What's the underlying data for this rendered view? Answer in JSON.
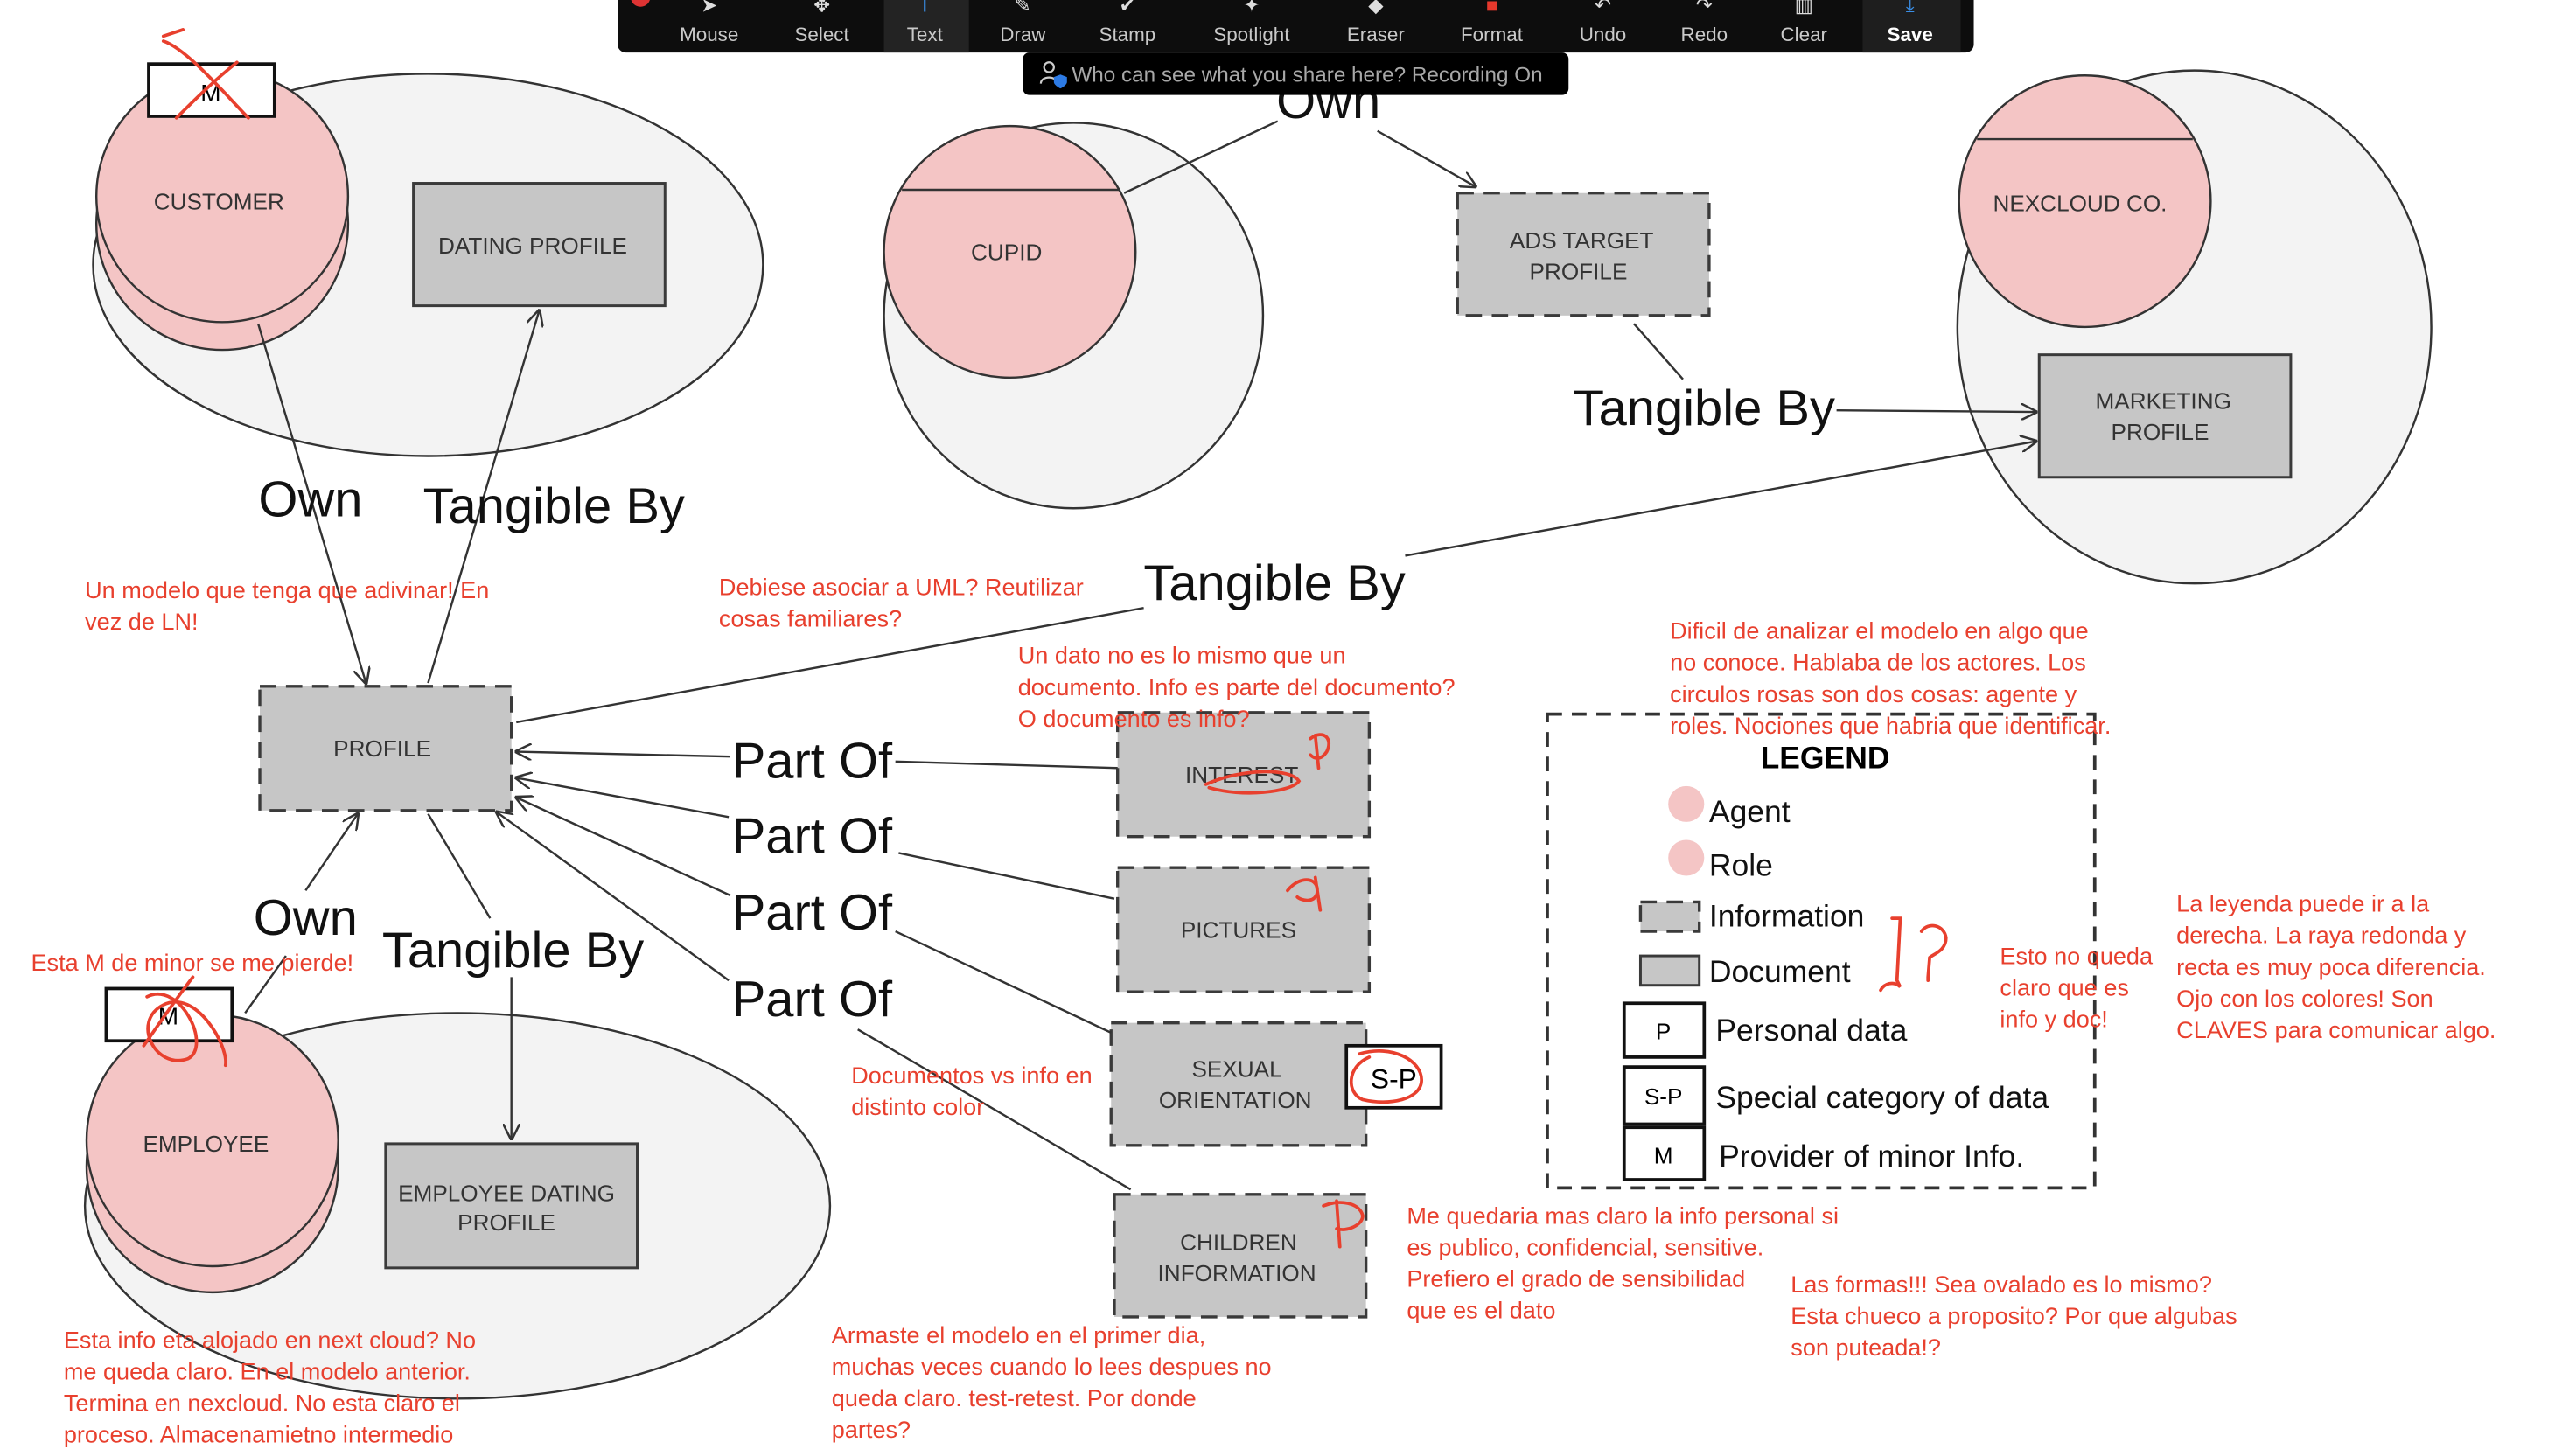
{
  "toolbar": {
    "items": [
      "Mouse",
      "Select",
      "Text",
      "Draw",
      "Stamp",
      "Spotlight",
      "Eraser",
      "Format",
      "Undo",
      "Redo",
      "Clear",
      "Save"
    ],
    "selected": "Text",
    "banner": "Who can see what you share here? Recording On"
  },
  "diagram": {
    "customer": "CUSTOMER",
    "dating_profile": "DATING PROFILE",
    "cupid": "CUPID",
    "ads_target_profile": [
      "ADS TARGET",
      "PROFILE"
    ],
    "nexcloud": "NEXCLOUD CO.",
    "marketing_profile": [
      "MARKETING",
      "PROFILE"
    ],
    "profile": "PROFILE",
    "interest": "INTEREST",
    "pictures": "PICTURES",
    "sexual_orientation": [
      "SEXUAL",
      "ORIENTATION"
    ],
    "children_information": [
      "CHILDREN",
      "INFORMATION"
    ],
    "employee": "EMPLOYEE",
    "employee_dating_profile": [
      "EMPLOYEE DATING",
      "PROFILE"
    ],
    "m_badge": "M",
    "sp_badge": "S-P",
    "rel_own": "Own",
    "rel_tangible_by": "Tangible By",
    "rel_part_of": "Part Of"
  },
  "legend": {
    "title": "LEGEND",
    "agent": "Agent",
    "role": "Role",
    "information": "Information",
    "document": "Document",
    "p_key": "P",
    "p_label": "Personal data",
    "sp_key": "S-P",
    "sp_label": "Special category of data",
    "m_key": "M",
    "m_label": "Provider of minor Info."
  },
  "notes": [
    {
      "lines": [
        "Un modelo que tenga que adivinar! En",
        "vez de LN!"
      ]
    },
    {
      "lines": [
        "Debiese asociar a UML? Reutilizar",
        "cosas familiares?"
      ]
    },
    {
      "lines": [
        "Un dato no es lo mismo que un",
        "documento. Info es parte del documento?",
        "O documento es info?"
      ]
    },
    {
      "lines": [
        "Dificil de analizar el modelo en algo que",
        "no conoce. Hablaba de los actores. Los",
        "circulos rosas son dos cosas: agente y",
        "roles. Nociones que habria que identificar."
      ]
    },
    {
      "lines": [
        "Esta M de minor se me pierde!"
      ]
    },
    {
      "lines": [
        "Documentos vs info en",
        "distinto color"
      ]
    },
    {
      "lines": [
        "Esto no queda",
        "claro que es",
        "info y doc!"
      ]
    },
    {
      "lines": [
        "La leyenda puede ir a la",
        "derecha. La raya redonda y",
        "recta es muy poca diferencia.",
        "Ojo con los colores! Son",
        "CLAVES para comunicar algo."
      ]
    },
    {
      "lines": [
        "Me quedaria mas claro la info personal si",
        "es publico, confidencial, sensitive.",
        "Prefiero el grado de sensibilidad",
        "que es el dato"
      ]
    },
    {
      "lines": [
        "Las formas!!! Sea ovalado es lo mismo?",
        "Esta chueco a proposito? Por que algubas",
        "son puteada!?"
      ]
    },
    {
      "lines": [
        "Esta info eta alojado en next cloud? No",
        "me queda claro. En el modelo anterior.",
        "Termina en nexcloud. No esta claro el",
        "proceso. Almacenamietno intermedio"
      ]
    },
    {
      "lines": [
        "Armaste el modelo en el primer dia,",
        "muchas veces cuando lo lees despues no",
        "queda claro. test-retest. Por donde",
        "partes?"
      ]
    }
  ],
  "colors": {
    "annotation": "#e8402e",
    "agent_fill": "#f4c5c5",
    "box_fill": "#c6c6c6",
    "toolbar": "#0d0d0d",
    "text_tool": "#3a8ee6"
  }
}
